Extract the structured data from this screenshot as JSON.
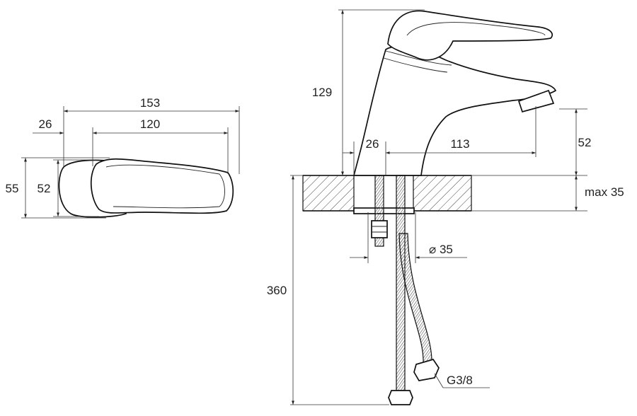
{
  "labels": {
    "top_overall_width": "153",
    "top_offset": "26",
    "top_handle_length": "120",
    "top_overall_depth": "55",
    "top_handle_depth": "52",
    "side_height": "129",
    "side_base_offset": "26",
    "side_spout_reach": "113",
    "side_spout_height": "52",
    "side_max_thickness": "max 35",
    "side_hole_diameter": "⌀ 35",
    "side_hose_length": "360",
    "side_thread": "G3/8"
  }
}
